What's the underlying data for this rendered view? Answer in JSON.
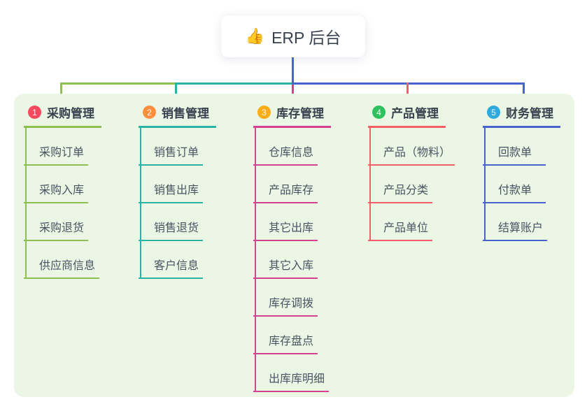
{
  "root": {
    "icon": "👍",
    "label": "ERP 后台"
  },
  "branches": [
    {
      "index": "1",
      "label": "采购管理",
      "line_color": "#8cc152",
      "badge_color": "#f5495e",
      "items": [
        "采购订单",
        "采购入库",
        "采购退货",
        "供应商信息"
      ]
    },
    {
      "index": "2",
      "label": "销售管理",
      "line_color": "#29b3a5",
      "badge_color": "#fd8f3f",
      "items": [
        "销售订单",
        "销售出库",
        "销售退货",
        "客户信息"
      ]
    },
    {
      "index": "3",
      "label": "库存管理",
      "line_color": "#d6418f",
      "badge_color": "#fbad18",
      "items": [
        "仓库信息",
        "产品库存",
        "其它出库",
        "其它入库",
        "库存调拨",
        "库存盘点",
        "出库库明细"
      ]
    },
    {
      "index": "4",
      "label": "产品管理",
      "line_color": "#f25f66",
      "badge_color": "#2dc25e",
      "items": [
        "产品（物料）",
        "产品分类",
        "产品单位"
      ]
    },
    {
      "index": "5",
      "label": "财务管理",
      "line_color": "#4862ce",
      "badge_color": "#30aadd",
      "items": [
        "回款单",
        "付款单",
        "结算账户"
      ]
    }
  ],
  "colors": {
    "background": "#ffffff",
    "panel_background": "#ebf7e4",
    "root_stem_blue": "#4862ce",
    "text_dark": "#39414f",
    "text_item": "#4a5263"
  }
}
